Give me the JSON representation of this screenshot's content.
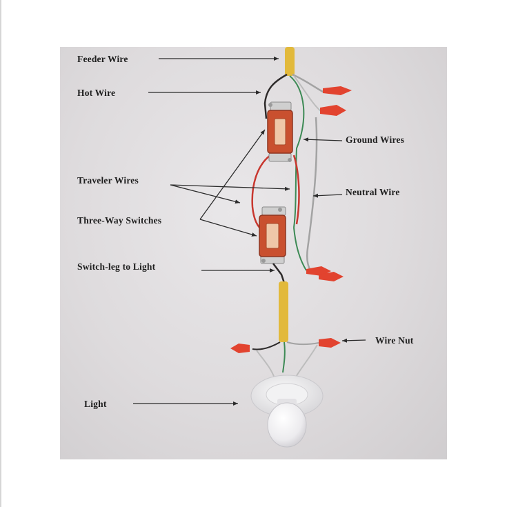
{
  "labels": {
    "feeder_wire": "Feeder Wire",
    "hot_wire": "Hot Wire",
    "ground_wires": "Ground Wires",
    "traveler_wires": "Traveler Wires",
    "neutral_wire": "Neutral Wire",
    "three_way_switches": "Three-Way Switches",
    "switch_leg": "Switch-leg to Light",
    "wire_nut": "Wire Nut",
    "light": "Light"
  },
  "colors": {
    "background": "#dedbdd",
    "hot": "#2d2a2a",
    "traveler": "#c8372f",
    "ground": "#3d8a55",
    "neutral": "#a3a3a3",
    "cable_sheath": "#e2b93b",
    "wire_nut": "#e2432f",
    "switch_body": "#c9502f",
    "arrow": "#2b2b2b"
  }
}
